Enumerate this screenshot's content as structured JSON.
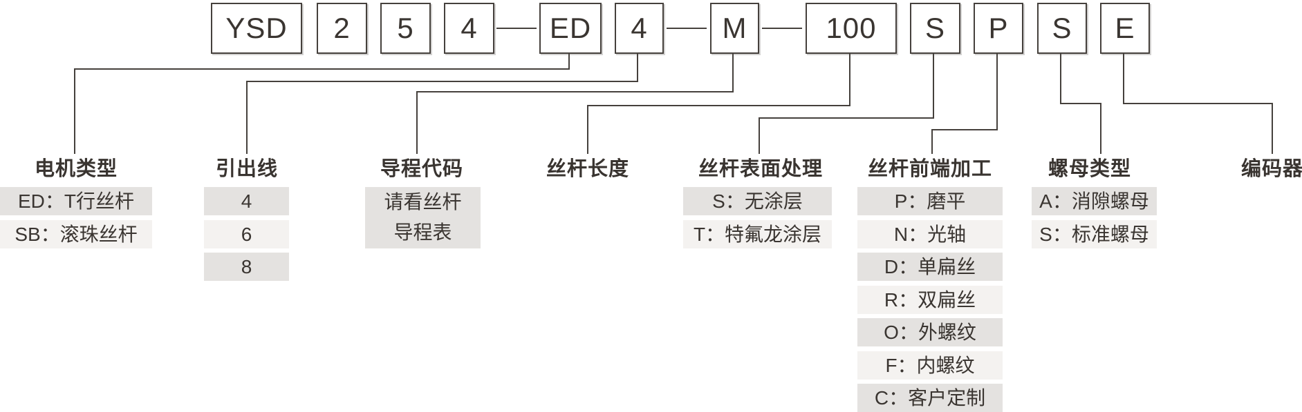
{
  "diagram_title": "YSD lead-screw stepper motor part numbering diagram",
  "colors": {
    "line": "#45403c",
    "box_border": "#45403c",
    "text": "#3a3531",
    "row_dark": "#e4e2e0",
    "row_light": "#f4f2f0",
    "background": "#ffffff"
  },
  "code_row": [
    {
      "type": "box",
      "label": "YSD"
    },
    {
      "type": "box",
      "label": "2"
    },
    {
      "type": "box",
      "label": "5"
    },
    {
      "type": "box",
      "label": "4"
    },
    {
      "type": "dash",
      "label": "-"
    },
    {
      "type": "box",
      "label": "ED"
    },
    {
      "type": "box",
      "label": "4"
    },
    {
      "type": "dash",
      "label": "-"
    },
    {
      "type": "box",
      "label": "M"
    },
    {
      "type": "dash",
      "label": "-"
    },
    {
      "type": "box",
      "label": "100"
    },
    {
      "type": "box",
      "label": "S"
    },
    {
      "type": "box",
      "label": "P"
    },
    {
      "type": "box",
      "label": "S"
    },
    {
      "type": "box",
      "label": "E"
    }
  ],
  "columns": [
    {
      "title": "电机类型",
      "items": [
        {
          "text": "ED：T行丝杆"
        },
        {
          "text": "SB：滚珠丝杆"
        }
      ]
    },
    {
      "title": "引出线",
      "items": [
        {
          "text": "4"
        },
        {
          "text": "6"
        },
        {
          "text": "8"
        }
      ]
    },
    {
      "title": "导程代码",
      "items": [
        {
          "lines": [
            "请看丝杆",
            "导程表"
          ]
        }
      ]
    },
    {
      "title": "丝杆长度",
      "items": []
    },
    {
      "title": "丝杆表面处理",
      "items": [
        {
          "text": "S：无涂层"
        },
        {
          "text": "T：特氟龙涂层"
        }
      ]
    },
    {
      "title": "丝杆前端加工",
      "items": [
        {
          "text": "P：磨平"
        },
        {
          "text": "N：光轴"
        },
        {
          "text": "D：单扁丝"
        },
        {
          "text": "R：双扁丝"
        },
        {
          "text": "O：外螺纹"
        },
        {
          "text": "F：内螺纹"
        },
        {
          "text": "C：客户定制"
        }
      ]
    },
    {
      "title": "螺母类型",
      "items": [
        {
          "text": "A：消隙螺母"
        },
        {
          "text": "S：标准螺母"
        }
      ]
    },
    {
      "title": "编码器",
      "items": []
    }
  ]
}
